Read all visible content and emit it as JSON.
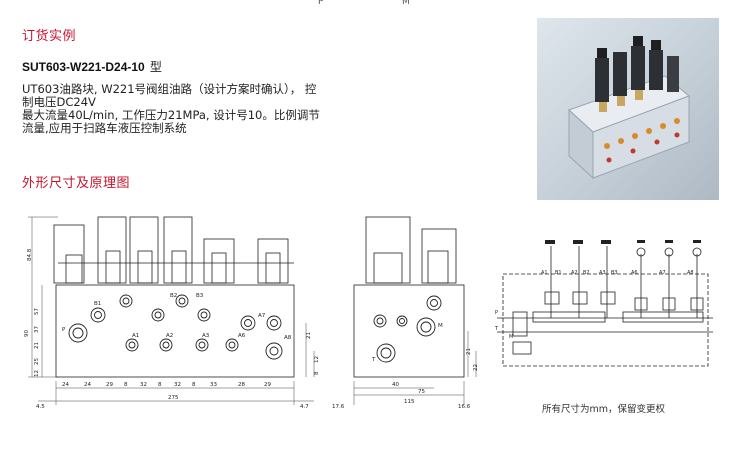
{
  "top_marks": {
    "left": "P",
    "right": "M"
  },
  "order_example": {
    "section_title": "订货实例",
    "model_code": "SUT603-W221-D24-10",
    "model_suffix": "型",
    "desc_line1": "UT603油路块, W221号阀组油路（设计方案时确认）， 控",
    "desc_line2": "制电压DC24V",
    "desc_line3": "最大流量40L/min, 工作压力21MPa, 设计号10。比例调节",
    "desc_line4": "流量,应用于扫路车液压控制系统"
  },
  "drawing_section": {
    "title": "外形尺寸及原理图"
  },
  "front_view": {
    "height_labels": [
      "84.8",
      "90",
      "57",
      "37",
      "21",
      "25",
      "12"
    ],
    "port_labels": [
      "B1",
      "B2",
      "B3",
      "P",
      "A1",
      "A2",
      "A3",
      "A6",
      "A7",
      "A8"
    ],
    "right_labels": [
      "21",
      "12",
      "8"
    ],
    "horizontal_dims": [
      "24",
      "24",
      "29",
      "8",
      "32",
      "8",
      "32",
      "8",
      "33",
      "28",
      "29"
    ],
    "total_length": "275",
    "left_offset": "4.5",
    "right_offset": "4.7"
  },
  "side_view": {
    "port_labels": [
      "T",
      "M"
    ],
    "horizontal_dims": [
      "40",
      "75",
      "115"
    ],
    "vertical_dims": [
      "21",
      "22"
    ],
    "left_offset": "17.6",
    "right_offset": "16.6"
  },
  "schematic": {
    "labels": [
      "P",
      "T",
      "M",
      "A1",
      "A2",
      "A3",
      "A6",
      "A7",
      "A8",
      "B1",
      "B2",
      "B3"
    ]
  },
  "footnote": "所有尺寸为mm，保留变更权"
}
